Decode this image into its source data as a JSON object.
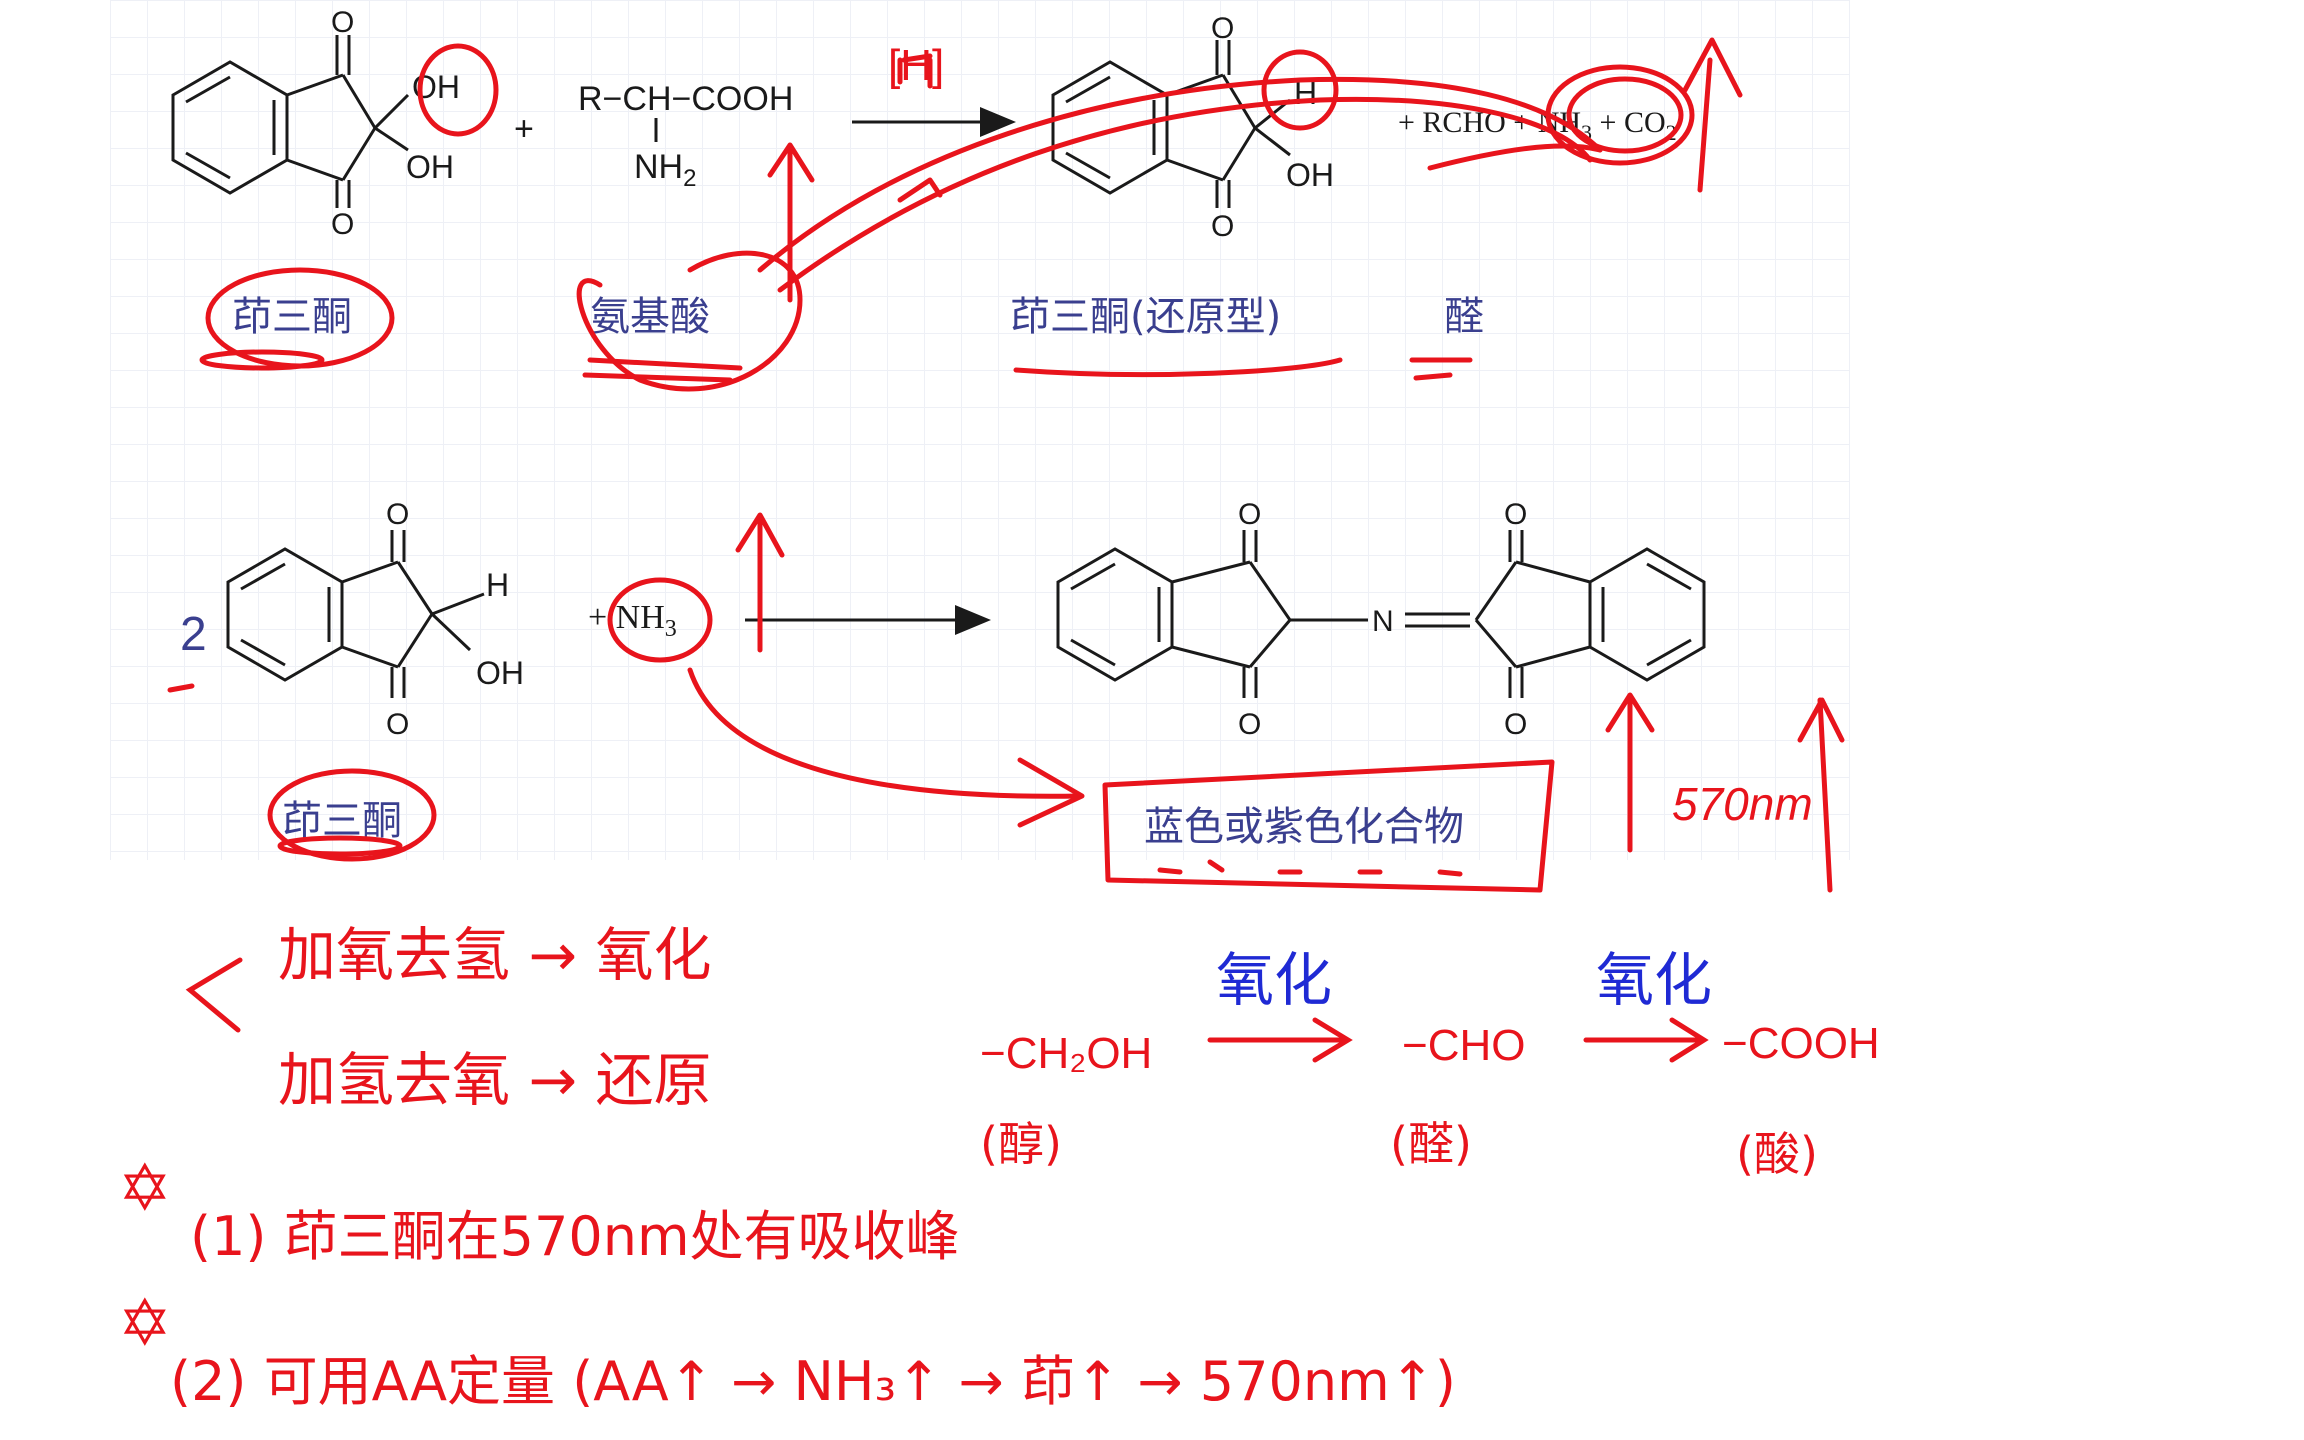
{
  "reaction1": {
    "reactant1": {
      "top_o": "O",
      "oh1": "OH",
      "oh2": "OH",
      "bottom_o": "O",
      "label": "茚三酮"
    },
    "plus": "+",
    "reactant2": {
      "formula": "R−CH−COOH",
      "amine": "NH",
      "amine_sub": "2",
      "label": "氨基酸"
    },
    "condition": "[H]",
    "product1": {
      "top_o": "O",
      "h": "H",
      "oh": "OH",
      "bottom_o": "O",
      "label": "茚三酮(还原型)"
    },
    "products_rest": "+ RCHO + NH",
    "products_rest_sub": "3",
    "products_rest_tail": " + CO",
    "products_rest_tail_sub": "2",
    "aldehyde_label": "醛"
  },
  "reaction2": {
    "coefficient": "2",
    "reactant": {
      "top_o": "O",
      "h": "H",
      "oh": "OH",
      "bottom_o": "O",
      "label": "茚三酮"
    },
    "ammonia": "+ NH",
    "ammonia_sub": "3",
    "product": {
      "o1": "O",
      "o2": "O",
      "o3": "O",
      "o4": "O",
      "n": "N",
      "label": "蓝色或紫色化合物"
    },
    "wavelength_note": "570nm"
  },
  "notes": {
    "line1": "加氧去氢 → 氧化",
    "line2": "加氢去氧 → 还原",
    "oxidation_chain": {
      "alcohol": "−CH₂OH",
      "alcohol_label": "(醇)",
      "step1": "氧化",
      "aldehyde": "−CHO",
      "aldehyde_label": "(醛)",
      "step2": "氧化",
      "acid": "−COOH",
      "acid_label": "(酸)"
    },
    "point1": "(1) 茚三酮在570nm处有吸收峰",
    "point2": "(2) 可用AA定量 (AA↑ → NH₃↑ → 茚↑ → 570nm↑)"
  },
  "colors": {
    "ink_red": "#e8141c",
    "ink_blue": "#1f2ad4",
    "print_text": "#1a1a1a",
    "label_blue": "#3a3f8f"
  }
}
